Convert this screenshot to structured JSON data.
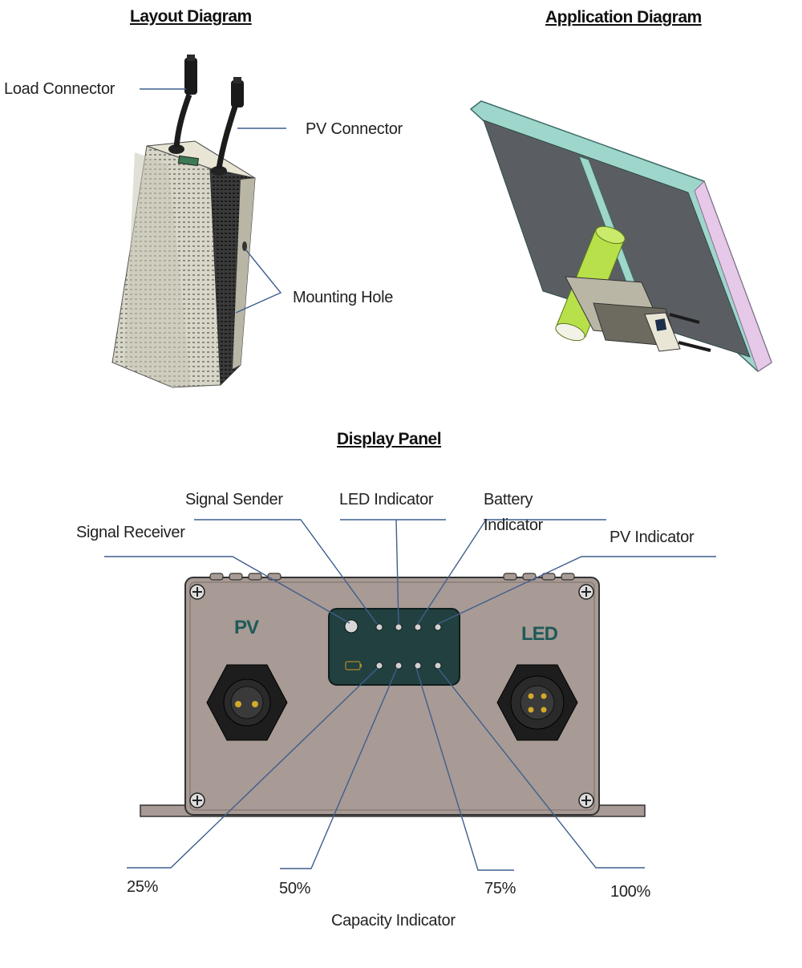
{
  "titles": {
    "layout": "Layout Diagram",
    "application": "Application Diagram",
    "display": "Display Panel"
  },
  "layout_labels": {
    "load_connector": "Load Connector",
    "pv_connector": "PV Connector",
    "mounting_hole": "Mounting Hole"
  },
  "panel_labels": {
    "signal_sender": "Signal Sender",
    "led_indicator": "LED Indicator",
    "battery_line1": "Battery",
    "battery_line2": "Indicator",
    "signal_receiver": "Signal Receiver",
    "pv_indicator": "PV Indicator"
  },
  "panel_marks": {
    "pv": "PV",
    "led": "LED"
  },
  "capacity": {
    "p25": "25%",
    "p50": "50%",
    "p75": "75%",
    "p100": "100%",
    "caption": "Capacity Indicator"
  },
  "colors": {
    "leader_line": "#3f5f8e",
    "housing": "#a89a94",
    "display_window": "#21403f",
    "indicator_text": "#1f5a5a",
    "solar_cell": "#5a5e62",
    "panel_frame": "#9fd6cc",
    "mount_tube": "#b7e04a"
  }
}
